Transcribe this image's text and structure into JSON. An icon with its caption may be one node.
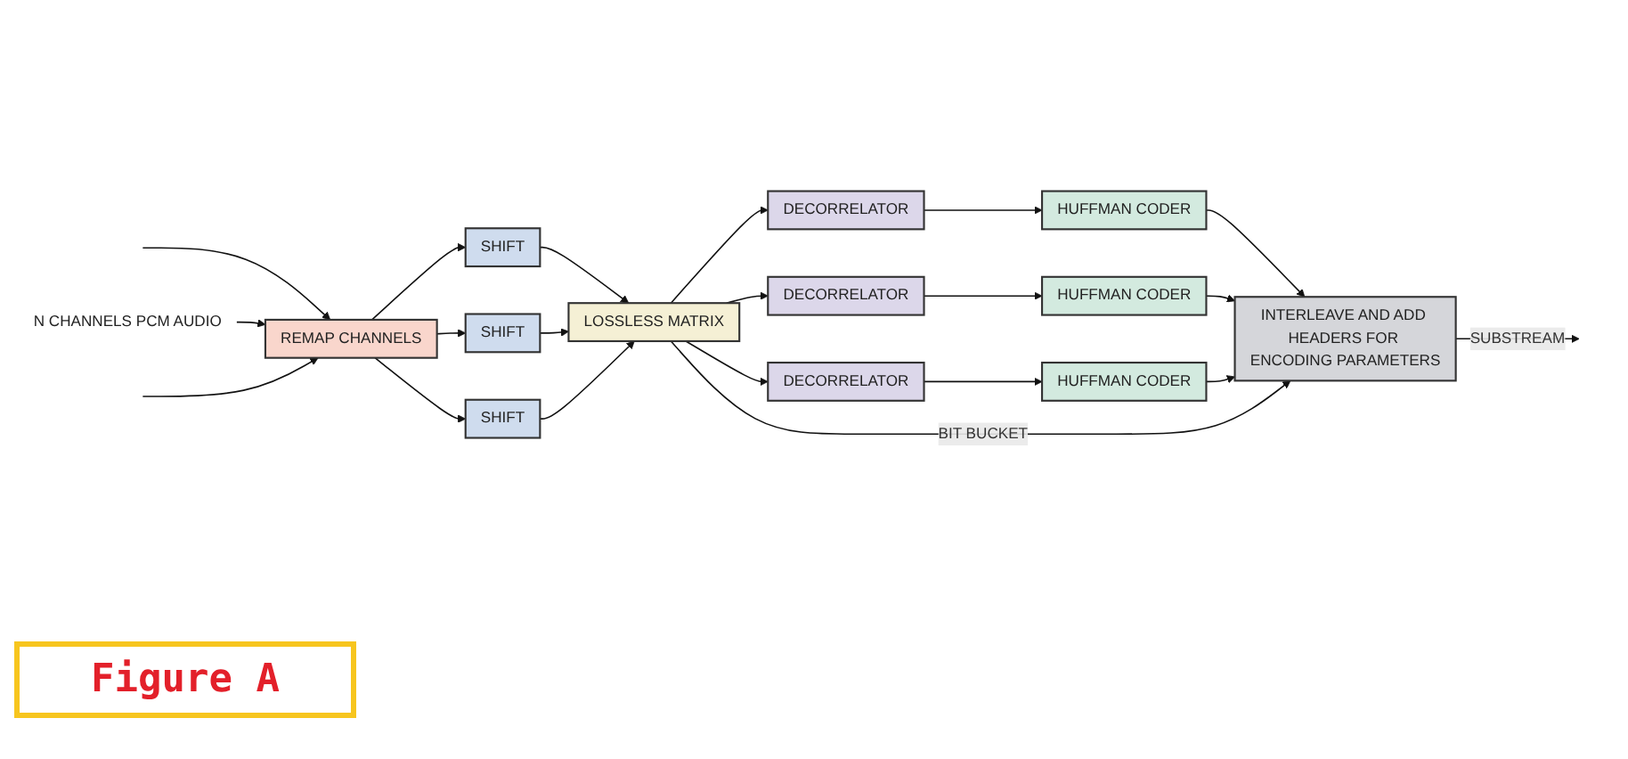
{
  "diagram": {
    "title": "Figure A",
    "nodes": [
      {
        "text": [
          "N CHANNELS PCM AUDIO"
        ]
      },
      {
        "text": [
          "REMAP CHANNELS"
        ]
      },
      {
        "text": [
          "SHIFT"
        ]
      },
      {
        "text": [
          "SHIFT"
        ]
      },
      {
        "text": [
          "SHIFT"
        ]
      },
      {
        "text": [
          "LOSSLESS MATRIX"
        ]
      },
      {
        "text": [
          "DECORRELATOR"
        ]
      },
      {
        "text": [
          "DECORRELATOR"
        ]
      },
      {
        "text": [
          "DECORRELATOR"
        ]
      },
      {
        "text": [
          "HUFFMAN CODER"
        ]
      },
      {
        "text": [
          "HUFFMAN CODER"
        ]
      },
      {
        "text": [
          "HUFFMAN CODER"
        ]
      },
      {
        "text": [
          "INTERLEAVE AND ADD HEADERS FOR ENCODING PARAMETERS"
        ]
      }
    ],
    "edges": [
      {
        "from": null,
        "to": 1,
        "arrow": "to"
      },
      {
        "from": 0,
        "to": 1,
        "arrow": "to"
      },
      {
        "from": null,
        "to": 1,
        "arrow": "to"
      },
      {
        "from": 1,
        "to": 2,
        "arrow": "to"
      },
      {
        "from": 1,
        "to": 3,
        "arrow": "to"
      },
      {
        "from": 1,
        "to": 4,
        "arrow": "to"
      },
      {
        "from": 2,
        "to": 5,
        "arrow": "to"
      },
      {
        "from": 3,
        "to": 5,
        "arrow": "to"
      },
      {
        "from": 4,
        "to": 5,
        "arrow": "to"
      },
      {
        "from": 5,
        "to": 6,
        "arrow": "to"
      },
      {
        "from": 5,
        "to": 7,
        "arrow": "to"
      },
      {
        "from": 5,
        "to": 8,
        "arrow": "to"
      },
      {
        "from": 6,
        "to": 9,
        "arrow": "to"
      },
      {
        "from": 7,
        "to": 10,
        "arrow": "to"
      },
      {
        "from": 8,
        "to": 11,
        "arrow": "to"
      },
      {
        "from": 9,
        "to": 12,
        "arrow": "to"
      },
      {
        "from": 10,
        "to": 12,
        "arrow": "to"
      },
      {
        "from": 11,
        "to": 12,
        "arrow": "to"
      },
      {
        "from": 5,
        "to": 12,
        "label": "BIT BUCKET",
        "arrow": "to"
      },
      {
        "from": 12,
        "to": null,
        "label": "SUBSTREAM",
        "arrow": "to"
      }
    ]
  }
}
